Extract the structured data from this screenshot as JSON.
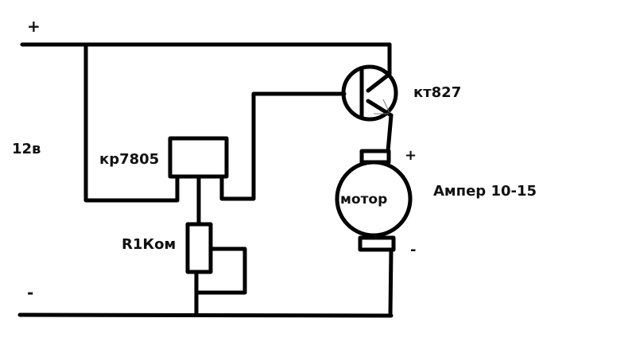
{
  "diagram": {
    "type": "circuit-schematic",
    "colors": {
      "wire": "#000000",
      "text": "#111111",
      "background": "#ffffff"
    },
    "labels": {
      "supply_plus": "+",
      "supply_voltage": "12в",
      "supply_minus": "-",
      "regulator": "кр7805",
      "resistor": "R1Ком",
      "transistor": "кт827",
      "motor": "мотор",
      "motor_plus": "+",
      "motor_minus": "-",
      "current": "Ампер 10-15"
    },
    "components": [
      {
        "id": "power-supply",
        "kind": "dc-source",
        "voltage_label": "12в"
      },
      {
        "id": "voltage-regulator",
        "kind": "regulator-ic",
        "part": "кр7805"
      },
      {
        "id": "potentiometer",
        "kind": "variable-resistor",
        "value": "R1Ком"
      },
      {
        "id": "transistor",
        "kind": "npn-transistor",
        "part": "кт827"
      },
      {
        "id": "motor",
        "kind": "dc-motor",
        "label": "мотор",
        "current": "Ампер 10-15"
      }
    ]
  }
}
